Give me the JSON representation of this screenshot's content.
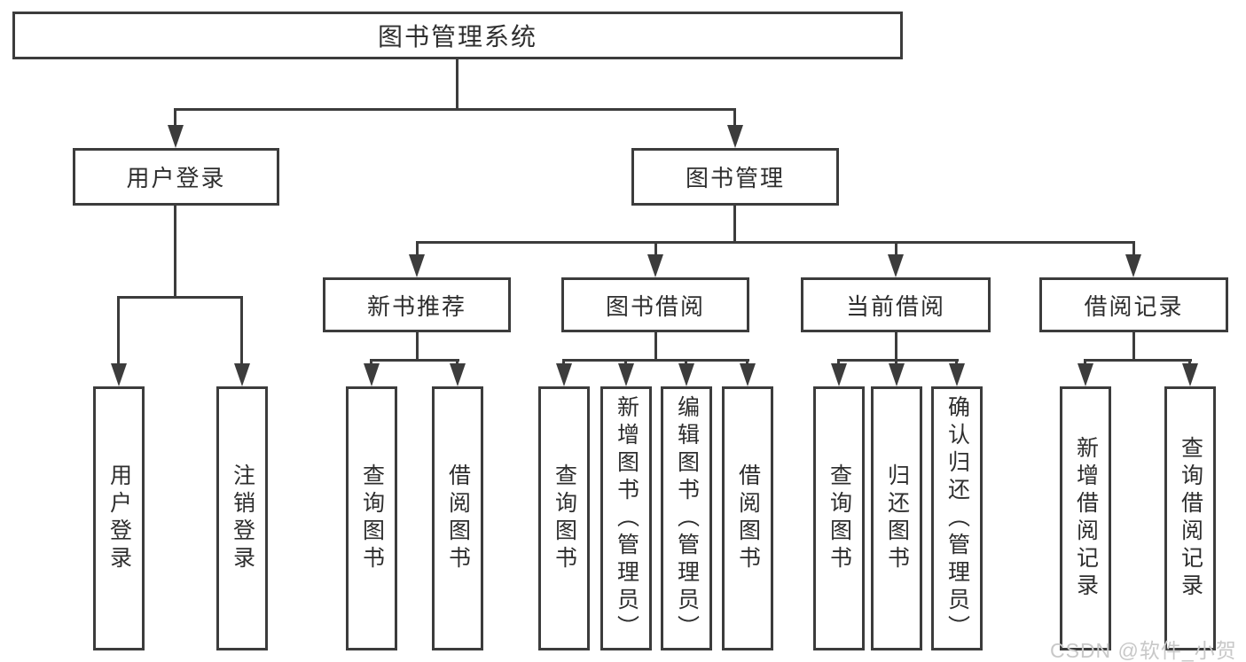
{
  "diagram": {
    "root": {
      "label": "图书管理系统"
    },
    "level2": [
      {
        "label": "用户登录"
      },
      {
        "label": "图书管理"
      }
    ],
    "level3": [
      {
        "label": "新书推荐"
      },
      {
        "label": "图书借阅"
      },
      {
        "label": "当前借阅"
      },
      {
        "label": "借阅记录"
      }
    ],
    "leaves": {
      "user_login": [
        "用户登录",
        "注销登录"
      ],
      "recommend": [
        "查询图书",
        "借阅图书"
      ],
      "borrow": [
        "查询图书",
        "新增图书（管理员）",
        "编辑图书（管理员）",
        "借阅图书"
      ],
      "current": [
        "查询图书",
        "归还图书",
        "确认归还（管理员）"
      ],
      "records": [
        "新增借阅记录",
        "查询借阅记录"
      ]
    },
    "colors": {
      "line": "#3c3c3c",
      "text": "#2e2e2e",
      "background": "#ffffff",
      "watermark": "#c8c8c8"
    }
  },
  "watermark": {
    "text": "CSDN @软件_小贺同学"
  }
}
